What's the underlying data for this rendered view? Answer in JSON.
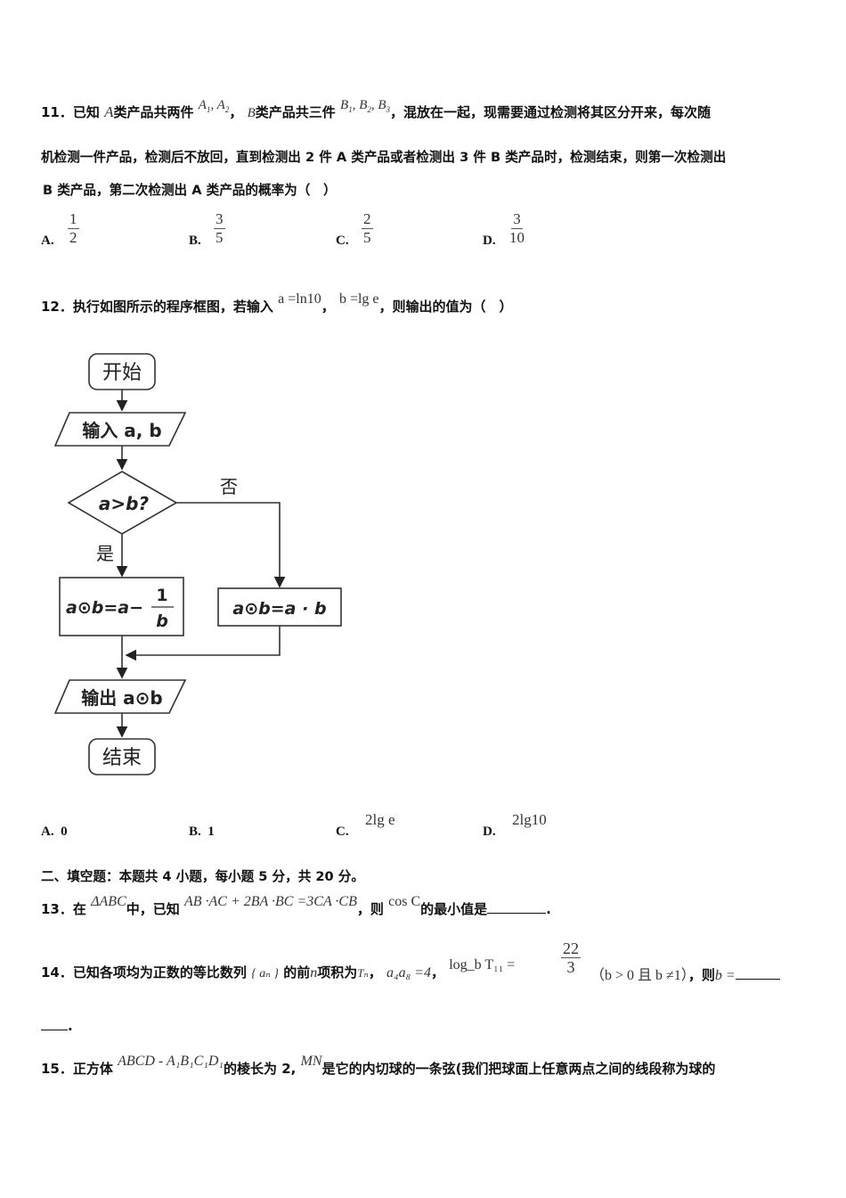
{
  "q11": {
    "number": "11．",
    "line1": [
      "已知",
      "A",
      "类产品共两件",
      "A₁, A₂",
      "，",
      "B",
      "类产品共三件",
      "B₁, B₂, B₃",
      "，混放在一起，现需要通过检测将其区分开来，每次随"
    ],
    "line2": "机检测一件产品，检测后不放回，直到检测出 2 件 A 类产品或者检测出 3 件 B 类产品时，检测结束，则第一次检测出",
    "line3": "B 类产品，第二次检测出 A 类产品的概率为（　）",
    "options": [
      {
        "label": "A.",
        "num": "1",
        "den": "2"
      },
      {
        "label": "B.",
        "num": "3",
        "den": "5"
      },
      {
        "label": "C.",
        "num": "2",
        "den": "5"
      },
      {
        "label": "D.",
        "num": "3",
        "den": "10"
      }
    ]
  },
  "q12": {
    "number": "12．",
    "text_before": "执行如图所示的程序框图，若输入",
    "expr_a": "a =ln10",
    "sep": "，",
    "expr_b": "b =lg e",
    "text_after": "，则输出的值为（　）",
    "flowchart": {
      "start": "开始",
      "input": "输入 a, b",
      "decision": "a>b?",
      "no_label": "否",
      "yes_label": "是",
      "yes_box_left": "a⊙b=a−",
      "yes_box_num": "1",
      "yes_box_den": "b",
      "no_box": "a⊙b=a · b",
      "output": "输出 a⊙b",
      "end": "结束"
    },
    "options": [
      {
        "label": "A.",
        "value": "0"
      },
      {
        "label": "B.",
        "value": "1"
      },
      {
        "label": "C.",
        "value": "2lg e"
      },
      {
        "label": "D.",
        "value": "2lg10"
      }
    ]
  },
  "section2": {
    "heading": "二、填空题：本题共 4 小题，每小题 5 分，共 20 分。"
  },
  "q13": {
    "number": "13．",
    "t1": "在",
    "tri": "ΔABC",
    "t2": "中，已知",
    "eq": "AB ·AC + 2BA ·BC =3CA ·CB",
    "t3": "，则",
    "cos": "cos C",
    "t4": "的最小值是",
    "end": "."
  },
  "q14": {
    "number": "14．",
    "t1": "已知各项均为正数的等比数列",
    "seq": "{ aₙ }",
    "t2": "的前",
    "n": "n",
    "t3": "项积为",
    "Tn": "Tₙ",
    "t4": "，",
    "prod": "a₄a₈ =4",
    "t5": "，",
    "log": "log_b T₁₁ =",
    "frac_num": "22",
    "frac_den": "3",
    "cond": "（b > 0 且 b ≠1）",
    "t6": "，则",
    "b_eq": "b =",
    "end": "."
  },
  "q15": {
    "number": "15．",
    "t1": "正方体",
    "cube": "ABCD -  A₁B₁C₁D₁",
    "t2": "的棱长为 2,",
    "mn": "MN",
    "t3": "是它的内切球的一条弦(我们把球面上任意两点之间的线段称为球的"
  }
}
